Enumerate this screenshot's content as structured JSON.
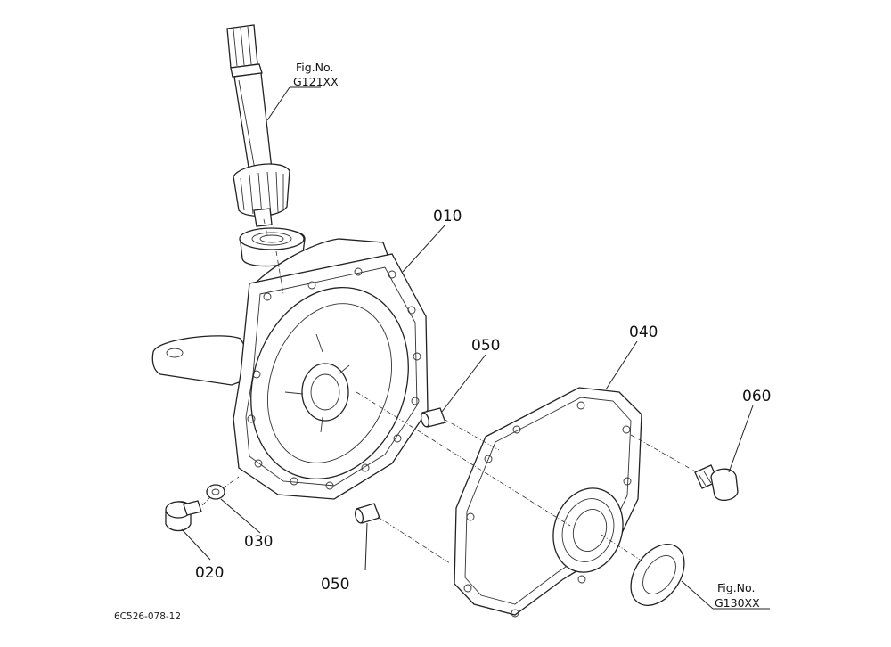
{
  "parts": [
    {
      "label": "010"
    },
    {
      "label": "020"
    },
    {
      "label": "030"
    },
    {
      "label": "040"
    },
    {
      "label": "050"
    },
    {
      "label": "050"
    },
    {
      "label": "060"
    }
  ],
  "references": [
    {
      "line1": "Fig.No.",
      "line2": "G121XX"
    },
    {
      "line1": "Fig.No.",
      "line2": "G130XX"
    }
  ],
  "drawing_code": "6C526-078-12"
}
